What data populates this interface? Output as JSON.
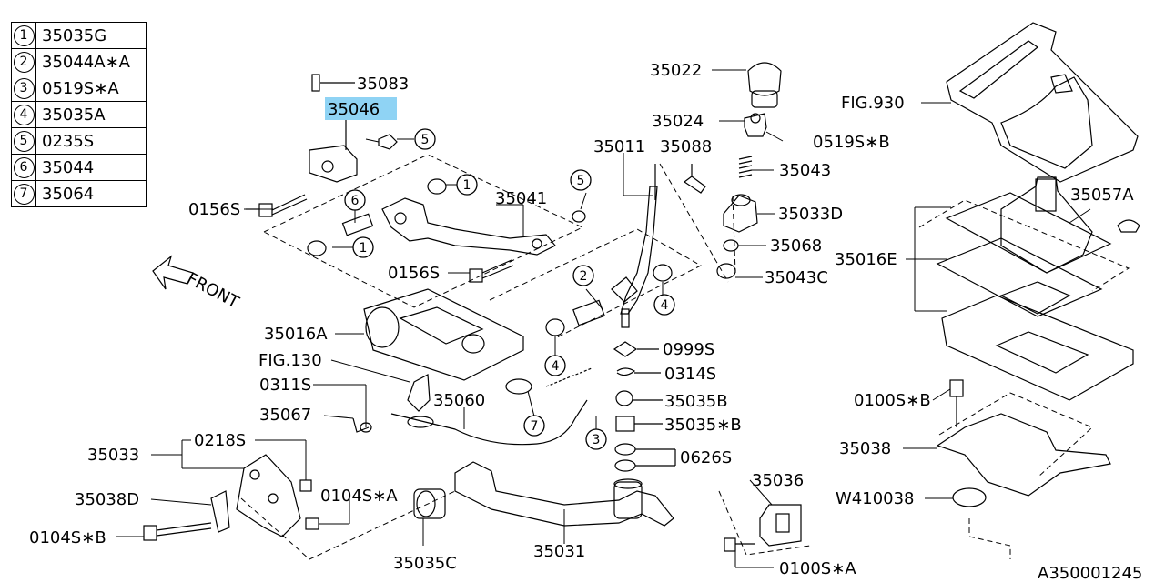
{
  "legend": [
    {
      "num": "1",
      "part": "35035G"
    },
    {
      "num": "2",
      "part": "35044A∗A"
    },
    {
      "num": "3",
      "part": "0519S∗A"
    },
    {
      "num": "4",
      "part": "35035A"
    },
    {
      "num": "5",
      "part": "0235S"
    },
    {
      "num": "6",
      "part": "35044"
    },
    {
      "num": "7",
      "part": "35064"
    }
  ],
  "highlight_color": "#8fd3f4",
  "labels": {
    "p35083": "35083",
    "p35046": "35046",
    "p0156S_top": "0156S",
    "p35041": "35041",
    "p0156S_mid": "0156S",
    "front": "FRONT",
    "p35016A": "35016A",
    "fig130": "FIG.130",
    "p0311S": "0311S",
    "p35060": "35060",
    "p35067": "35067",
    "p35033": "35033",
    "p0218S": "0218S",
    "p35038D": "35038D",
    "p0104S_A": "0104S∗A",
    "p0104S_B": "0104S∗B",
    "p35035C": "35035C",
    "p35031": "35031",
    "p35011": "35011",
    "p35088": "35088",
    "p35022": "35022",
    "p35024": "35024",
    "p0519S_B": "0519S∗B",
    "p35043": "35043",
    "p35033D": "35033D",
    "p35068": "35068",
    "p35043C": "35043C",
    "p0999S": "0999S",
    "p0314S": "0314S",
    "p35035B": "35035B",
    "p35035_B": "35035∗B",
    "p0626S": "0626S",
    "p35036": "35036",
    "p0100S_A": "0100S∗A",
    "fig930": "FIG.930",
    "p35057A": "35057A",
    "p35016E": "35016E",
    "p0100S_B": "0100S∗B",
    "p35038": "35038",
    "pW410038": "W410038",
    "figure_id": "A350001245"
  },
  "callouts": {
    "c5a": "5",
    "c1a": "1",
    "c6": "6",
    "c1b": "1",
    "c5b": "5",
    "c2": "2",
    "c4a": "4",
    "c4b": "4",
    "c7": "7",
    "c3": "3"
  }
}
